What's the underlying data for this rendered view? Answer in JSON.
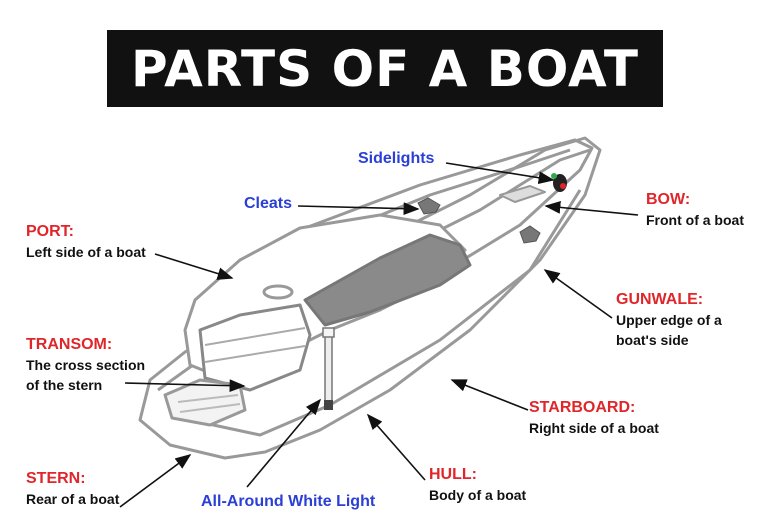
{
  "title": "PARTS OF A BOAT",
  "colors": {
    "term_red": "#e0262a",
    "term_blue": "#2a3fd6",
    "title_bg": "#111111"
  },
  "labels": {
    "port": {
      "term": "PORT:",
      "desc": "Left side of a boat"
    },
    "transom": {
      "term": "TRANSOM:",
      "desc_line1": "The cross section",
      "desc_line2": "of the stern"
    },
    "stern": {
      "term": "STERN:",
      "desc": "Rear of a boat"
    },
    "bow": {
      "term": "BOW:",
      "desc": "Front of a boat"
    },
    "gunwale": {
      "term": "GUNWALE:",
      "desc_line1": "Upper edge of a",
      "desc_line2": "boat's side"
    },
    "starboard": {
      "term": "STARBOARD:",
      "desc": "Right side of a boat"
    },
    "hull": {
      "term": "HULL:",
      "desc": "Body of a boat"
    },
    "sidelights": "Sidelights",
    "cleats": "Cleats",
    "all_around_light": "All-Around White Light"
  }
}
